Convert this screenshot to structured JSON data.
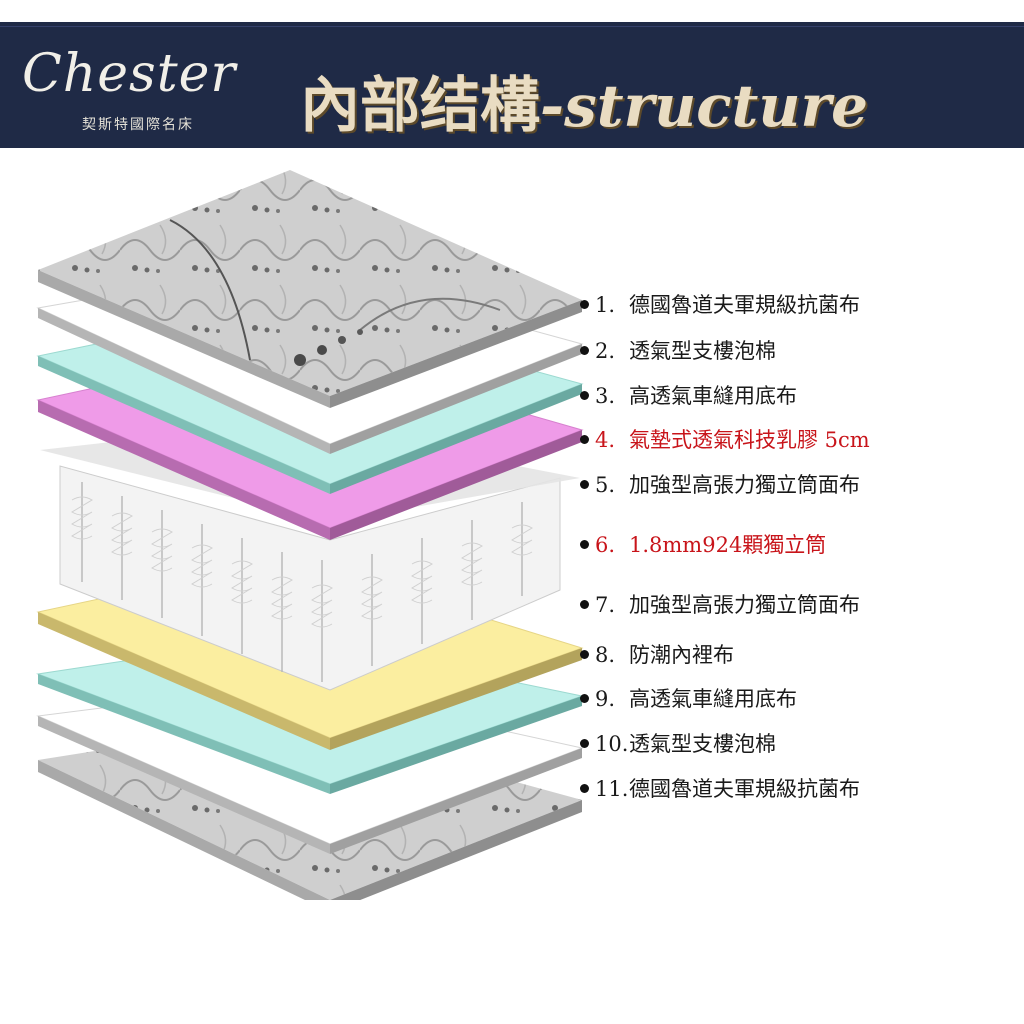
{
  "header": {
    "logo_script": "Chester",
    "logo_sub": "契斯特國際名床",
    "title_zh": "內部结構",
    "title_en": "-structure"
  },
  "colors": {
    "header_bg": "#1f2a46",
    "title_color": "#e9dcc2",
    "highlight_red": "#c8141a",
    "fabric_gray": "#c9c9c9",
    "foam_white": "#ffffff",
    "mint": "#bff0ea",
    "pink_latex": "#ef9be8",
    "yellow": "#fbeea0"
  },
  "layers": [
    {
      "num": "1.",
      "label": "德國魯道夫軍規級抗菌布",
      "highlight": false
    },
    {
      "num": "2.",
      "label": "透氣型支樓泡棉",
      "highlight": false
    },
    {
      "num": "3.",
      "label": "高透氣車縫用底布",
      "highlight": false
    },
    {
      "num": "4.",
      "label": "氣墊式透氣科技乳膠 5cm",
      "highlight": true
    },
    {
      "num": "5.",
      "label": "加強型高張力獨立筒面布",
      "highlight": false
    },
    {
      "num": "6.",
      "label": "1.8mm924顆獨立筒",
      "highlight": true
    },
    {
      "num": "7.",
      "label": "加強型高張力獨立筒面布",
      "highlight": false
    },
    {
      "num": "8.",
      "label": "防潮內裡布",
      "highlight": false
    },
    {
      "num": "9.",
      "label": "高透氣車縫用底布",
      "highlight": false
    },
    {
      "num": "10.",
      "label": "透氣型支樓泡棉",
      "highlight": false
    },
    {
      "num": "11.",
      "label": "德國魯道夫軍規級抗菌布",
      "highlight": false
    }
  ]
}
